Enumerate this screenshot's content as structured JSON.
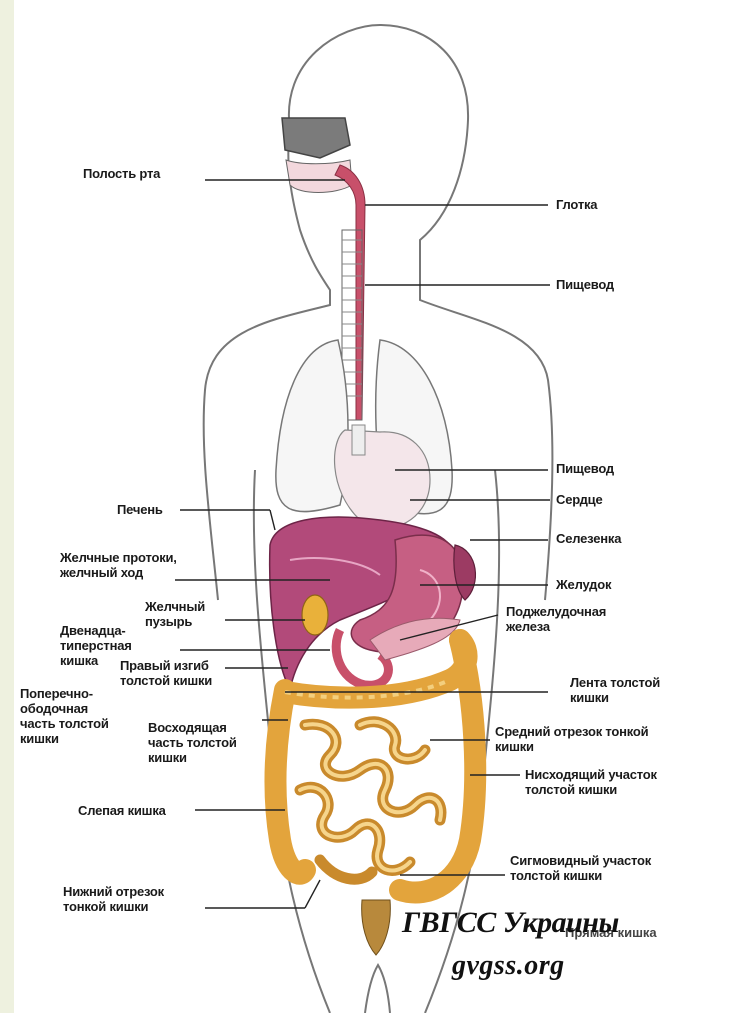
{
  "labels": {
    "polost_rta": "Полость рта",
    "glotka": "Глотка",
    "pishchevod_1": "Пищевод",
    "pishchevod_2": "Пищевод",
    "serdce": "Сердце",
    "pechen": "Печень",
    "selezenka": "Селезенка",
    "zhelchnye_protoki": "Желчные протоки,\nжелчный ход",
    "zheludok": "Желудок",
    "zhelchny_puzyr": "Желчный\nпузырь",
    "podzheludochnaya": "Поджелудочная\nжелеза",
    "dvenadtsatiperstnaya": "Двенадца-\nтиперстная\nкишка",
    "pravy_izgib": "Правый изгиб\nтолстой кишки",
    "lenta": "Лента толстой\nкишки",
    "poperechno": "Поперечно-\nободочная\nчасть толстой\nкишки",
    "voskhodyashchaya": "Восходящая\nчасть толстой\nкишки",
    "sredny_otrezok": "Средний отрезок тонкой\nкишки",
    "niskhodyashchy": "Нисходящий участок\nтолстой кишки",
    "slepaya": "Слепая кишка",
    "sigmovidny": "Сигмовидный участок\nтолстой кишки",
    "nizhny_otrezok": "Нижний отрезок\nтонкой кишки",
    "pryamaya": "Прямая кишка"
  },
  "watermark": {
    "line1": "ГВГСС Украины",
    "line2": "gvgss.org"
  },
  "colors": {
    "outline": "#555555",
    "organ_red": "#c8506a",
    "liver": "#b24a7a",
    "intestine": "#e3a43c",
    "intestine_light": "#f2c977",
    "lung": "#f4f4f4",
    "background": "#eef1df"
  }
}
